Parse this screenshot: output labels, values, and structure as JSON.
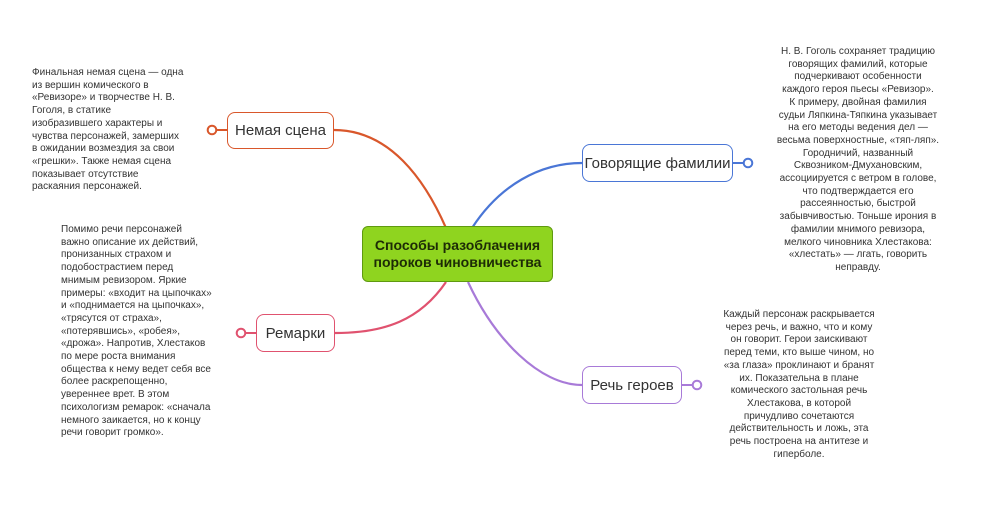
{
  "central": {
    "lines": [
      "Способы разоблачения",
      "пороков чиновничества"
    ],
    "color": "#8fd41f"
  },
  "branches": {
    "nemaya": {
      "label": "Немая сцена",
      "color": "#d9572b",
      "note": [
        "Финальная немая сцена — одна",
        "из вершин комического в",
        "«Ревизоре» и творчестве Н. В.",
        "Гоголя, в статике",
        "изобразившего характеры и",
        "чувства персонажей, замерших",
        "в ожидании возмездия за свои",
        "«грешки». Также немая сцена",
        "показывает отсутствие",
        "раскаяния персонажей."
      ]
    },
    "remarki": {
      "label": "Ремарки",
      "color": "#e0526f",
      "note": [
        "Помимо речи персонажей",
        "важно описание их действий,",
        "пронизанных страхом и",
        "подобострастием перед",
        "мнимым ревизором. Яркие",
        "примеры: «входит на цыпочках»",
        "и «поднимается на цыпочках»,",
        "«трясутся от страха»,",
        "«потерявшись», «робея»,",
        "«дрожа». Напротив, Хлестаков",
        "по мере роста внимания",
        "общества к нему ведет себя все",
        "более раскрепощенно,",
        "увереннее врет. В этом",
        "психологизм ремарок: «сначала",
        "немного заикается, но к концу",
        "речи говорит громко»."
      ]
    },
    "familii": {
      "label": "Говорящие фамилии",
      "color": "#4a76d6",
      "note": [
        "Н. В. Гоголь сохраняет традицию",
        "говорящих фамилий, которые",
        "подчеркивают особенности",
        "каждого героя пьесы «Ревизор».",
        "К примеру, двойная фамилия",
        "судьи Ляпкина-Тяпкина указывает",
        "на его методы ведения дел —",
        "весьма поверхностные, «тяп-ляп».",
        "Городничий, названный",
        "Сквозником-Дмухановским,",
        "ассоциируется с ветром в голове,",
        "что подтверждается его",
        "рассеянностью, быстрой",
        "забывчивостью. Тоньше ирония в",
        "фамилии мнимого ревизора,",
        "мелкого чиновника Хлестакова:",
        "«хлестать» — лгать, говорить",
        "неправду."
      ]
    },
    "rech": {
      "label": "Речь героев",
      "color": "#a87ad8",
      "note": [
        "Каждый персонаж раскрывается",
        "через речь, и важно, что и кому",
        "он говорит. Герои заискивают",
        "перед теми, кто выше чином, но",
        "«за глаза» проклинают и бранят",
        "их. Показательна в плане",
        "комического застольная речь",
        "Хлестакова, в которой",
        "причудливо сочетаются",
        "действительность и ложь, эта",
        "речь построена на антитезе и",
        "гиперболе."
      ]
    }
  }
}
